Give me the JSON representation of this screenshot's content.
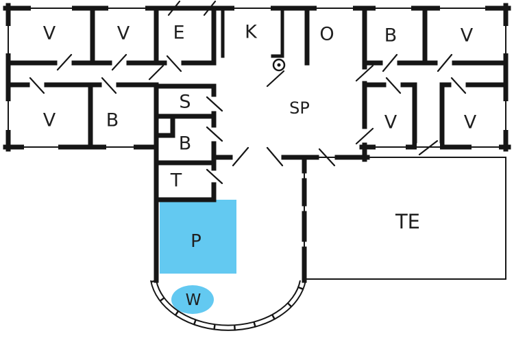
{
  "colors": {
    "wall": "#161616",
    "pool": "#63c9f1",
    "label": "#1f1f1f",
    "background": "#ffffff"
  },
  "rooms": {
    "bedroom_top_left_1": {
      "label": "V"
    },
    "bedroom_top_left_2": {
      "label": "V"
    },
    "entry": {
      "label": "E"
    },
    "kitchen": {
      "label": "K"
    },
    "lounge": {
      "label": "O"
    },
    "bath_top_right": {
      "label": "B"
    },
    "bedroom_top_right": {
      "label": "V"
    },
    "bedroom_mid_left": {
      "label": "V"
    },
    "bath_mid_left": {
      "label": "B"
    },
    "sauna": {
      "label": "S"
    },
    "bath_middle": {
      "label": "B"
    },
    "toilet": {
      "label": "T"
    },
    "living": {
      "label": "SP"
    },
    "bedroom_mid_right_1": {
      "label": "V"
    },
    "bedroom_mid_right_2": {
      "label": "V"
    },
    "terrace": {
      "label": "TE"
    },
    "pool": {
      "label": "P"
    },
    "whirlpool": {
      "label": "W"
    }
  }
}
